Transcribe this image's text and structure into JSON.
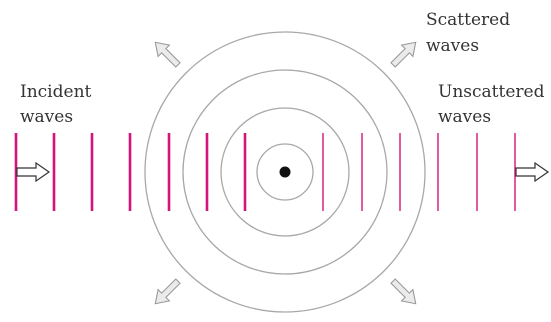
{
  "labels": {
    "incident_line1": "Incident",
    "incident_line2": "waves",
    "scattered_line1": "Scattered",
    "scattered_line2": "waves",
    "unscattered_line1": "Unscattered",
    "unscattered_line2": "waves"
  },
  "colors": {
    "wavefront": "#d4147c",
    "circle": "#a8a8a8",
    "arrow_stroke": "#333333",
    "scatter_arrow_fill": "#ebebeb",
    "scatter_arrow_stroke": "#9a9a9a",
    "nucleus": "#111111"
  },
  "icons": {
    "incident_arrow": "outline-right-arrow-icon",
    "unscattered_arrow": "outline-right-arrow-icon",
    "scattered_arrows": "diagonal-outline-arrow-icon",
    "scatterer": "filled-dot-icon"
  }
}
